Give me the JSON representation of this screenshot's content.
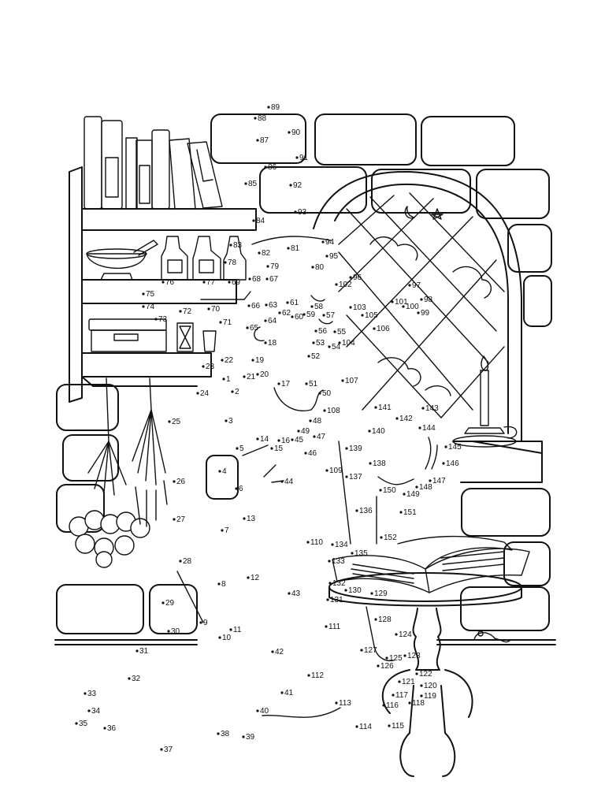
{
  "labels": [
    "1",
    "2",
    "3",
    "4",
    "5",
    "6",
    "7",
    "8",
    "9",
    "10",
    "11",
    "12",
    "13",
    "14",
    "15",
    "16",
    "17",
    "18",
    "19",
    "20",
    "21",
    "22",
    "23",
    "24",
    "25",
    "26",
    "27",
    "28",
    "29",
    "30",
    "31",
    "32",
    "33",
    "34",
    "35",
    "36",
    "37",
    "38",
    "39",
    "40",
    "41",
    "42",
    "43",
    "44",
    "45",
    "46",
    "47",
    "48",
    "49",
    "50",
    "51",
    "52",
    "53",
    "54",
    "55",
    "56",
    "57",
    "58",
    "59",
    "60",
    "61",
    "62",
    "63",
    "64",
    "65",
    "66",
    "67",
    "68",
    "69",
    "70",
    "71",
    "72",
    "73",
    "74",
    "75",
    "76",
    "77",
    "78",
    "79",
    "80",
    "81",
    "82",
    "83",
    "84",
    "85",
    "86",
    "87",
    "88",
    "89",
    "90",
    "91",
    "92",
    "93",
    "94",
    "95",
    "96",
    "97",
    "98",
    "99",
    "100",
    "101",
    "102",
    "103",
    "104",
    "105",
    "106",
    "107",
    "108",
    "109",
    "110",
    "111",
    "112",
    "113",
    "114",
    "115",
    "116",
    "117",
    "118",
    "119",
    "120",
    "121",
    "122",
    "123",
    "124",
    "125",
    "126",
    "127",
    "128",
    "129",
    "130",
    "131",
    "132",
    "133",
    "134",
    "135",
    "136",
    "137",
    "138",
    "139",
    "140",
    "141",
    "142",
    "143",
    "144",
    "145",
    "146",
    "147",
    "148",
    "149",
    "150",
    "151",
    "152"
  ],
  "colors": {
    "ink": "#111111",
    "paper": "#ffffff"
  },
  "icons": [
    "bookshelf-icon",
    "arched-window-icon",
    "candle-icon",
    "open-book-icon",
    "mouse-icon",
    "dried-herbs-icon"
  ]
}
